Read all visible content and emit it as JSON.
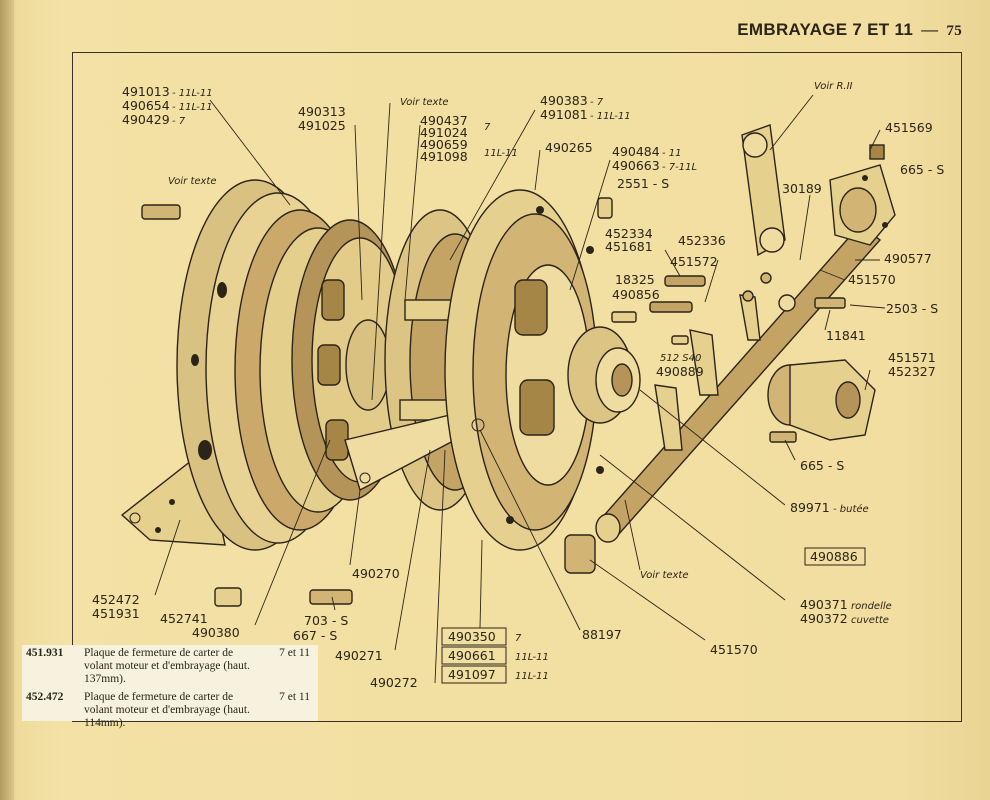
{
  "header": {
    "title": "EMBRAYAGE 7 ET 11",
    "dash": "—",
    "page_number": "75"
  },
  "labels": {
    "l491013": "491013",
    "l491013_sfx": "- 11L-11",
    "l490654": "490654",
    "l490654_sfx": "- 11L-11",
    "l490429": "490429",
    "l490429_sfx": "- 7",
    "voir_texte_1": "Voir texte",
    "l490313": "490313",
    "l491025": "491025",
    "voir_texte_2": "Voir texte",
    "l490437": "490437",
    "l491024": "491024",
    "l490659": "490659",
    "l491098": "491098",
    "grp1_sfx_a": "7",
    "grp1_sfx_b": "11L-11",
    "l490383": "490383",
    "l490383_sfx": "- 7",
    "l491081": "491081",
    "l491081_sfx": "- 11L-11",
    "l490265": "490265",
    "l490484": "490484",
    "l490484_sfx": "- 11",
    "l490663": "490663",
    "l490663_sfx": "- 7-11L",
    "l2551": "2551 - S",
    "voir_r2": "Voir R.II",
    "l451569": "451569",
    "l665s_a": "665 - S",
    "l30189": "30189",
    "l452334": "452334",
    "l451681": "451681",
    "l452336": "452336",
    "l451572": "451572",
    "l490577": "490577",
    "l451570_a": "451570",
    "l18325": "18325",
    "l490856": "490856",
    "l2503s": "2503 - S",
    "l11841": "11841",
    "l512s40": "512 S40",
    "l490889": "490889",
    "l451571": "451571",
    "l452327": "452327",
    "l665s_b": "665 - S",
    "l89971": "89971",
    "l89971_sfx": "- butée",
    "l490886": "490886",
    "voir_texte_3": "Voir texte",
    "l490371": "490371",
    "l490371_sfx": "rondelle",
    "l490372": "490372",
    "l490372_sfx": "cuvette",
    "l451570_b": "451570",
    "l88197": "88197",
    "l490350": "490350",
    "l490350_sfx": "7",
    "l490661": "490661",
    "l490661_sfx": "11L-11",
    "l491097": "491097",
    "l491097_sfx": "11L-11",
    "l490270": "490270",
    "l490271": "490271",
    "l490272": "490272",
    "l703s": "703 - S",
    "l667s": "667 - S",
    "l452472": "452472",
    "l451931": "451931",
    "l452741": "452741",
    "l490380": "490380"
  },
  "captions": [
    {
      "code": "451.931",
      "description": "Plaque de fermeture de carter de volant moteur et d'embrayage (haut. 137mm).",
      "model": "7 et 11"
    },
    {
      "code": "452.472",
      "description": "Plaque de fermeture de carter de volant moteur et d'embrayage (haut. 114mm).",
      "model": "7 et 11"
    }
  ]
}
